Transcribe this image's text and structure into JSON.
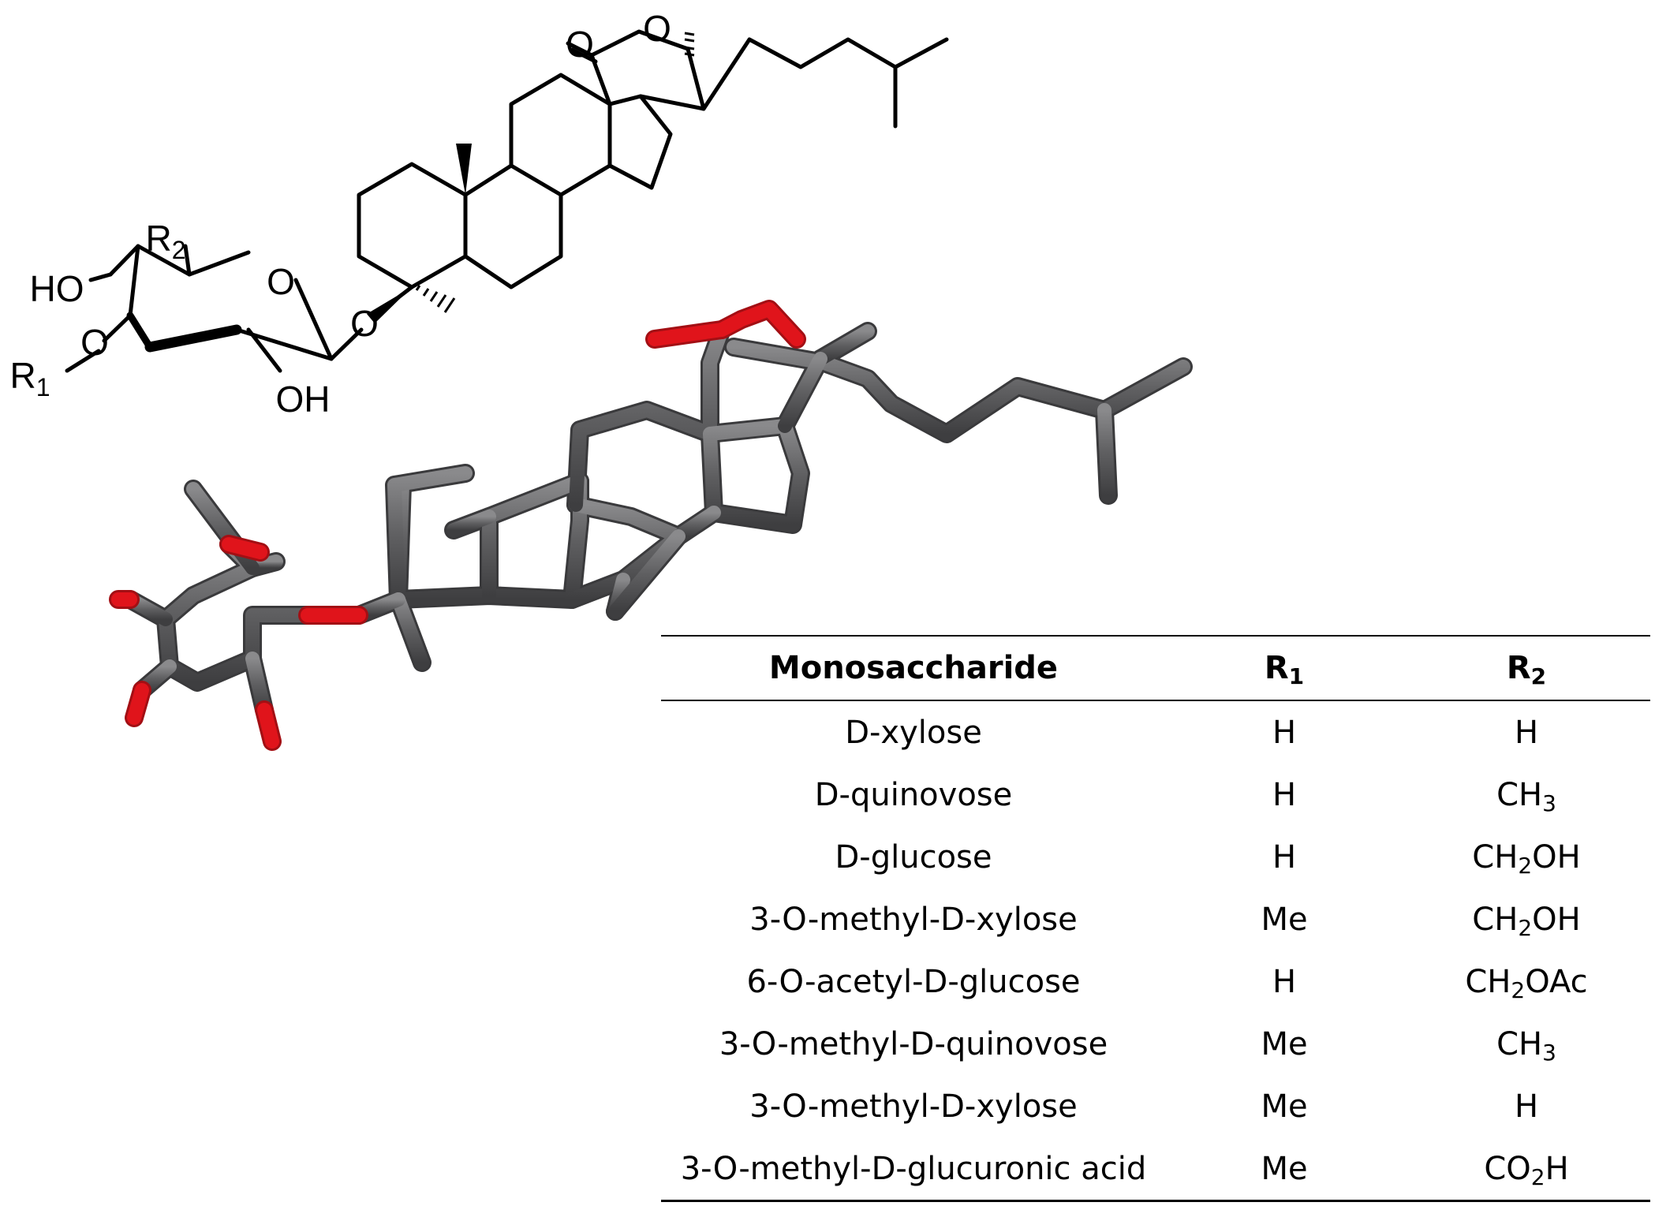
{
  "structure_labels": {
    "carbonyl_o": "O",
    "lactone_o": "O",
    "ring_o": "O",
    "glycosidic_o": "O",
    "r1_o": "O",
    "ho_left": "HO",
    "oh_bottom": "OH",
    "r2": "R",
    "r2_sub": "2",
    "r1": "R",
    "r1_sub": "1"
  },
  "colors": {
    "carbon": "#5f5f61",
    "oxygen": "#e0141b",
    "line": "#000000"
  },
  "table": {
    "headers": [
      {
        "main": "Monosaccharide",
        "sub": ""
      },
      {
        "main": "R",
        "sub": "1"
      },
      {
        "main": "R",
        "sub": "2"
      }
    ],
    "rows": [
      [
        {
          "main": "D-xylose",
          "sub": "",
          "tail": ""
        },
        {
          "main": "H",
          "sub": "",
          "tail": ""
        },
        {
          "main": "H",
          "sub": "",
          "tail": ""
        }
      ],
      [
        {
          "main": "D-quinovose",
          "sub": "",
          "tail": ""
        },
        {
          "main": "H",
          "sub": "",
          "tail": ""
        },
        {
          "main": "CH",
          "sub": "3",
          "tail": ""
        }
      ],
      [
        {
          "main": "D-glucose",
          "sub": "",
          "tail": ""
        },
        {
          "main": "H",
          "sub": "",
          "tail": ""
        },
        {
          "main": "CH",
          "sub": "2",
          "tail": "OH"
        }
      ],
      [
        {
          "main": "3-O-methyl-D-xylose",
          "sub": "",
          "tail": ""
        },
        {
          "main": "Me",
          "sub": "",
          "tail": ""
        },
        {
          "main": "CH",
          "sub": "2",
          "tail": "OH"
        }
      ],
      [
        {
          "main": "6-O-acetyl-D-glucose",
          "sub": "",
          "tail": ""
        },
        {
          "main": "H",
          "sub": "",
          "tail": ""
        },
        {
          "main": "CH",
          "sub": "2",
          "tail": "OAc"
        }
      ],
      [
        {
          "main": "3-O-methyl-D-quinovose",
          "sub": "",
          "tail": ""
        },
        {
          "main": "Me",
          "sub": "",
          "tail": ""
        },
        {
          "main": "CH",
          "sub": "3",
          "tail": ""
        }
      ],
      [
        {
          "main": "3-O-methyl-D-xylose",
          "sub": "",
          "tail": ""
        },
        {
          "main": "Me",
          "sub": "",
          "tail": ""
        },
        {
          "main": "H",
          "sub": "",
          "tail": ""
        }
      ],
      [
        {
          "main": "3-O-methyl-D-glucuronic acid",
          "sub": "",
          "tail": ""
        },
        {
          "main": "Me",
          "sub": "",
          "tail": ""
        },
        {
          "main": "CO",
          "sub": "2",
          "tail": "H"
        }
      ]
    ]
  }
}
